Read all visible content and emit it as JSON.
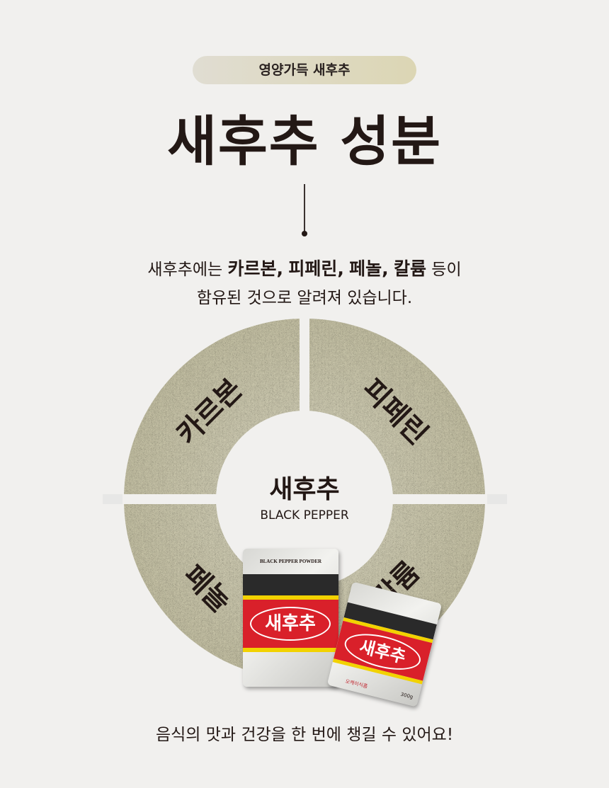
{
  "header": {
    "badge": "영양가득 새후추",
    "title": "새후추 성분"
  },
  "description": {
    "line1_prefix": "새후추에는 ",
    "highlights": [
      "카르본,",
      "피페린,",
      "페놀,",
      "칼륨"
    ],
    "line1_suffix": " 등이",
    "line2": "함유된 것으로 알려져 있습니다."
  },
  "ring": {
    "segments": [
      "카르본",
      "피페린",
      "페놀",
      "칼륨"
    ],
    "center_title": "새후추",
    "center_subtitle": "BLACK PEPPER",
    "color": "#cfcbb2"
  },
  "product": {
    "en_label": "BLACK PEPPER POWDER",
    "name": "새후추",
    "weight": "300g",
    "brand": "오케이식품"
  },
  "footer": "음식의 맛과 건강을 한 번에 챙길 수 있어요!"
}
